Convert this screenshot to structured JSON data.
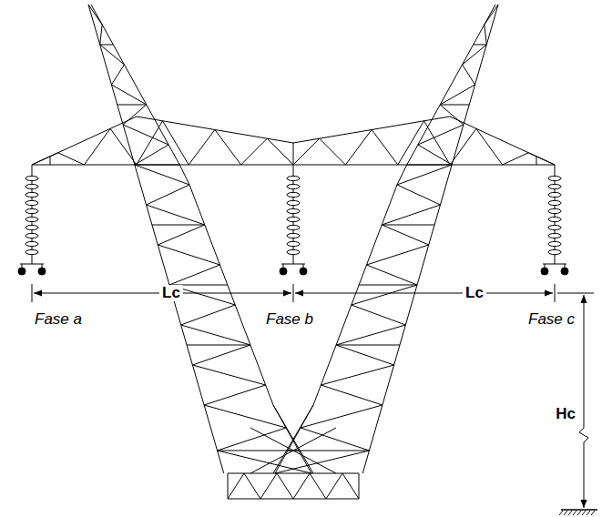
{
  "diagram": {
    "labels": [
      "Lc",
      "Lc",
      "Fase a",
      "Fase b",
      "Fase c",
      "Hc"
    ]
  }
}
